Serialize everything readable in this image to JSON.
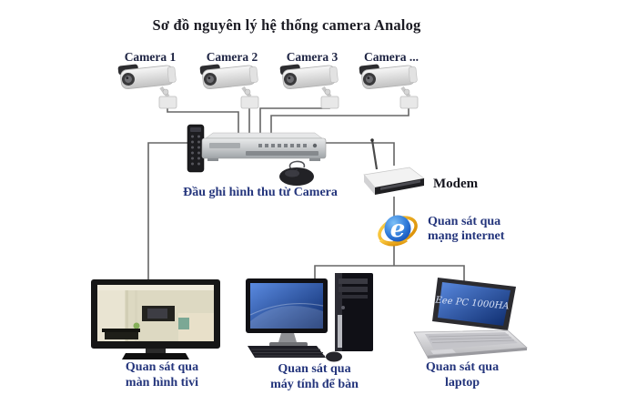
{
  "title": "Sơ đồ nguyên lý hệ thống camera Analog",
  "cameras": [
    {
      "label": "Camera 1"
    },
    {
      "label": "Camera 2"
    },
    {
      "label": "Camera 3"
    },
    {
      "label": "Camera ..."
    }
  ],
  "dvr": {
    "label": "Đầu ghi hình thu từ Camera"
  },
  "modem": {
    "label": "Modem"
  },
  "internet": {
    "label_line1": "Quan sát qua",
    "label_line2": "mạng internet"
  },
  "tv": {
    "label_line1": "Quan sát qua",
    "label_line2": "màn hình tivi"
  },
  "desktop": {
    "label_line1": "Quan sát qua",
    "label_line2": "máy tính để bàn"
  },
  "laptop": {
    "label_line1": "Quan sát qua",
    "label_line2": "laptop",
    "screen_text": "Eee PC 1000HA"
  },
  "icons": {
    "camera": "cctv-bullet-camera-icon",
    "dvr": "dvr-recorder-icon",
    "remote": "remote-control-icon",
    "mouse": "mouse-icon",
    "modem": "wifi-modem-icon",
    "internet": "internet-explorer-icon",
    "tv": "tv-screen-icon",
    "desktop": "desktop-computer-icon",
    "laptop": "laptop-icon"
  },
  "colors": {
    "label_navy": "#24357c",
    "title_black": "#1c1c24",
    "connector_gray": "#666666",
    "ie_blue": "#2f7ad9",
    "ie_gold": "#e8a200",
    "background": "#ffffff"
  }
}
